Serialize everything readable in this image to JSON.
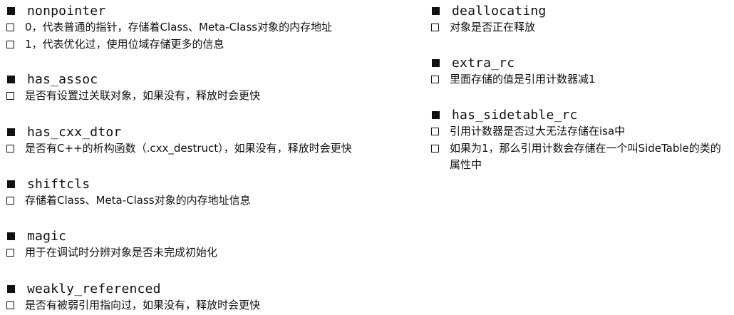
{
  "left_column": [
    {
      "name": "nonpointer",
      "descriptions": [
        "0，代表普通的指针，存储着Class、Meta-Class对象的内存地址",
        "1，代表优化过，使用位域存储更多的信息"
      ]
    },
    {
      "name": "has_assoc",
      "descriptions": [
        "是否有设置过关联对象，如果没有，释放时会更快"
      ]
    },
    {
      "name": "has_cxx_dtor",
      "descriptions": [
        "是否有C++的析构函数（.cxx_destruct），如果没有，释放时会更快"
      ]
    },
    {
      "name": "shiftcls",
      "descriptions": [
        "存储着Class、Meta-Class对象的内存地址信息"
      ]
    },
    {
      "name": "magic",
      "descriptions": [
        "用于在调试时分辨对象是否未完成初始化"
      ]
    },
    {
      "name": "weakly_referenced",
      "descriptions": [
        "是否有被弱引用指向过，如果没有，释放时会更快"
      ]
    }
  ],
  "right_column": [
    {
      "name": "deallocating",
      "descriptions": [
        "对象是否正在释放"
      ]
    },
    {
      "name": "extra_rc",
      "descriptions": [
        "里面存储的值是引用计数器减1"
      ]
    },
    {
      "name": "has_sidetable_rc",
      "descriptions": [
        "引用计数器是否过大无法存储在isa中",
        "如果为1，那么引用计数会存储在一个叫SideTable的类的属性中"
      ]
    }
  ]
}
